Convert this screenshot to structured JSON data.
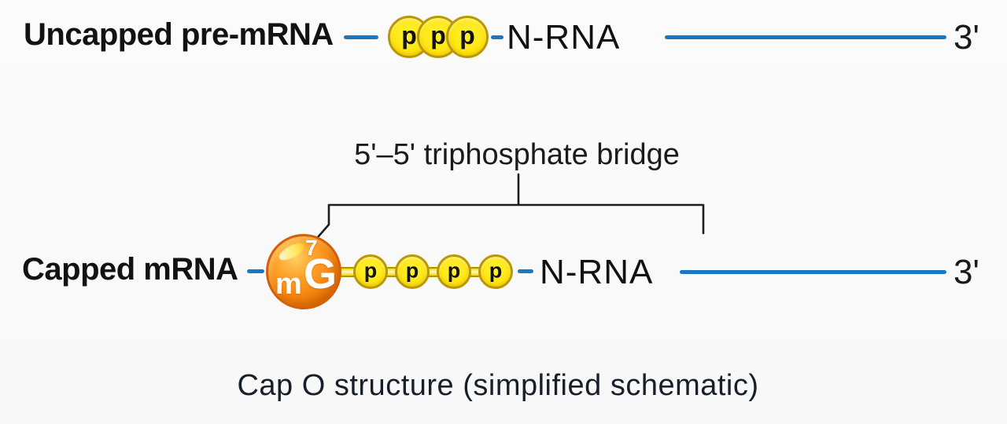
{
  "bridge_label": "5'–5' triphosphate bridge",
  "caption": "Cap O structure (simplified schematic)",
  "uncapped": {
    "label": "Uncapped pre-mRNA",
    "phosphates": [
      "p",
      "p",
      "p"
    ],
    "chain_label": "N-RNA",
    "three_prime": "3'"
  },
  "capped": {
    "label": "Capped mRNA",
    "cap": {
      "base": "m",
      "superscript": "7",
      "guanine": "G"
    },
    "phosphates": [
      "p",
      "p",
      "p",
      "p"
    ],
    "chain_label": "N-RNA",
    "three_prime": "3'"
  },
  "colors": {
    "background": "#f9f9f9",
    "text": "#121212",
    "rna_line_blue": "#1b77c2",
    "phosphate_yellow": "#ffe712",
    "phosphate_border": "#bb9703",
    "cap_orange": "#f5830c",
    "cap_orange_border": "#d45f06",
    "bracket_black": "#1d1d1d"
  }
}
